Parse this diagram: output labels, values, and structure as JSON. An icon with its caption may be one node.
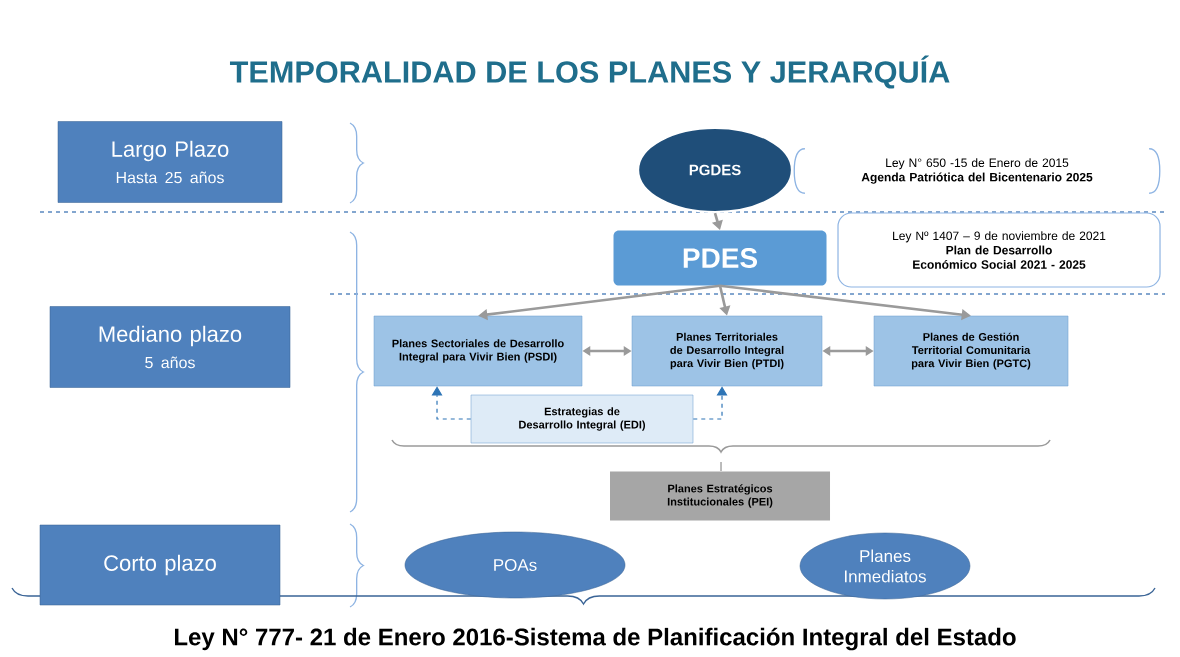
{
  "diagram": {
    "title": "TEMPORALIDAD DE LOS PLANES Y JERARQUÍA",
    "nodes": [
      {
        "text": [
          "Largo Plazo",
          "Hasta 25 años"
        ]
      },
      {
        "text": [
          "Mediano plazo",
          "5 años"
        ]
      },
      {
        "text": [
          "Corto plazo"
        ]
      },
      {
        "text": [
          "PGDES"
        ]
      },
      {
        "text": [
          "Ley N° 650 -15 de Enero de 2015",
          "Agenda Patriótica  del Bicentenario 2025"
        ]
      },
      {
        "text": [
          "PDES"
        ]
      },
      {
        "text": [
          "Ley Nº 1407 – 9 de noviembre de 2021",
          "Plan de Desarrollo Económico Social 2021 - 2025"
        ]
      },
      {
        "text": [
          "Planes Sectoriales de Desarrollo Integral para Vivir Bien (PSDI)"
        ]
      },
      {
        "text": [
          "Planes Territoriales de Desarrollo Integral para Vivir Bien (PTDI)"
        ]
      },
      {
        "text": [
          "Planes de Gestión Territorial Comunitaria para Vivir Bien (PGTC)"
        ]
      },
      {
        "text": [
          "Estrategias de Desarrollo Integral (EDI)"
        ]
      },
      {
        "text": [
          "Planes Estratégicos Institucionales (PEI)"
        ]
      },
      {
        "text": [
          "POAs"
        ]
      },
      {
        "text": [
          "Planes Inmediatos"
        ]
      }
    ],
    "edges": [
      {
        "from": 3,
        "to": 5,
        "arrow": "to"
      },
      {
        "from": 5,
        "to": 7,
        "arrow": "to"
      },
      {
        "from": 5,
        "to": 8,
        "arrow": "to"
      },
      {
        "from": 5,
        "to": 9,
        "arrow": "to"
      },
      {
        "from": 7,
        "to": 8,
        "arrow": "both"
      },
      {
        "from": 8,
        "to": 9,
        "arrow": "both"
      },
      {
        "from": 10,
        "to": 7,
        "arrow": "to",
        "style": "dashed",
        "color": "#2e75b6"
      },
      {
        "from": 10,
        "to": 8,
        "arrow": "to",
        "style": "dashed",
        "color": "#2e75b6"
      }
    ],
    "labels": [
      "Ley N° 777- 21 de Enero 2016-Sistema de Planificación Integral del Estado"
    ]
  }
}
